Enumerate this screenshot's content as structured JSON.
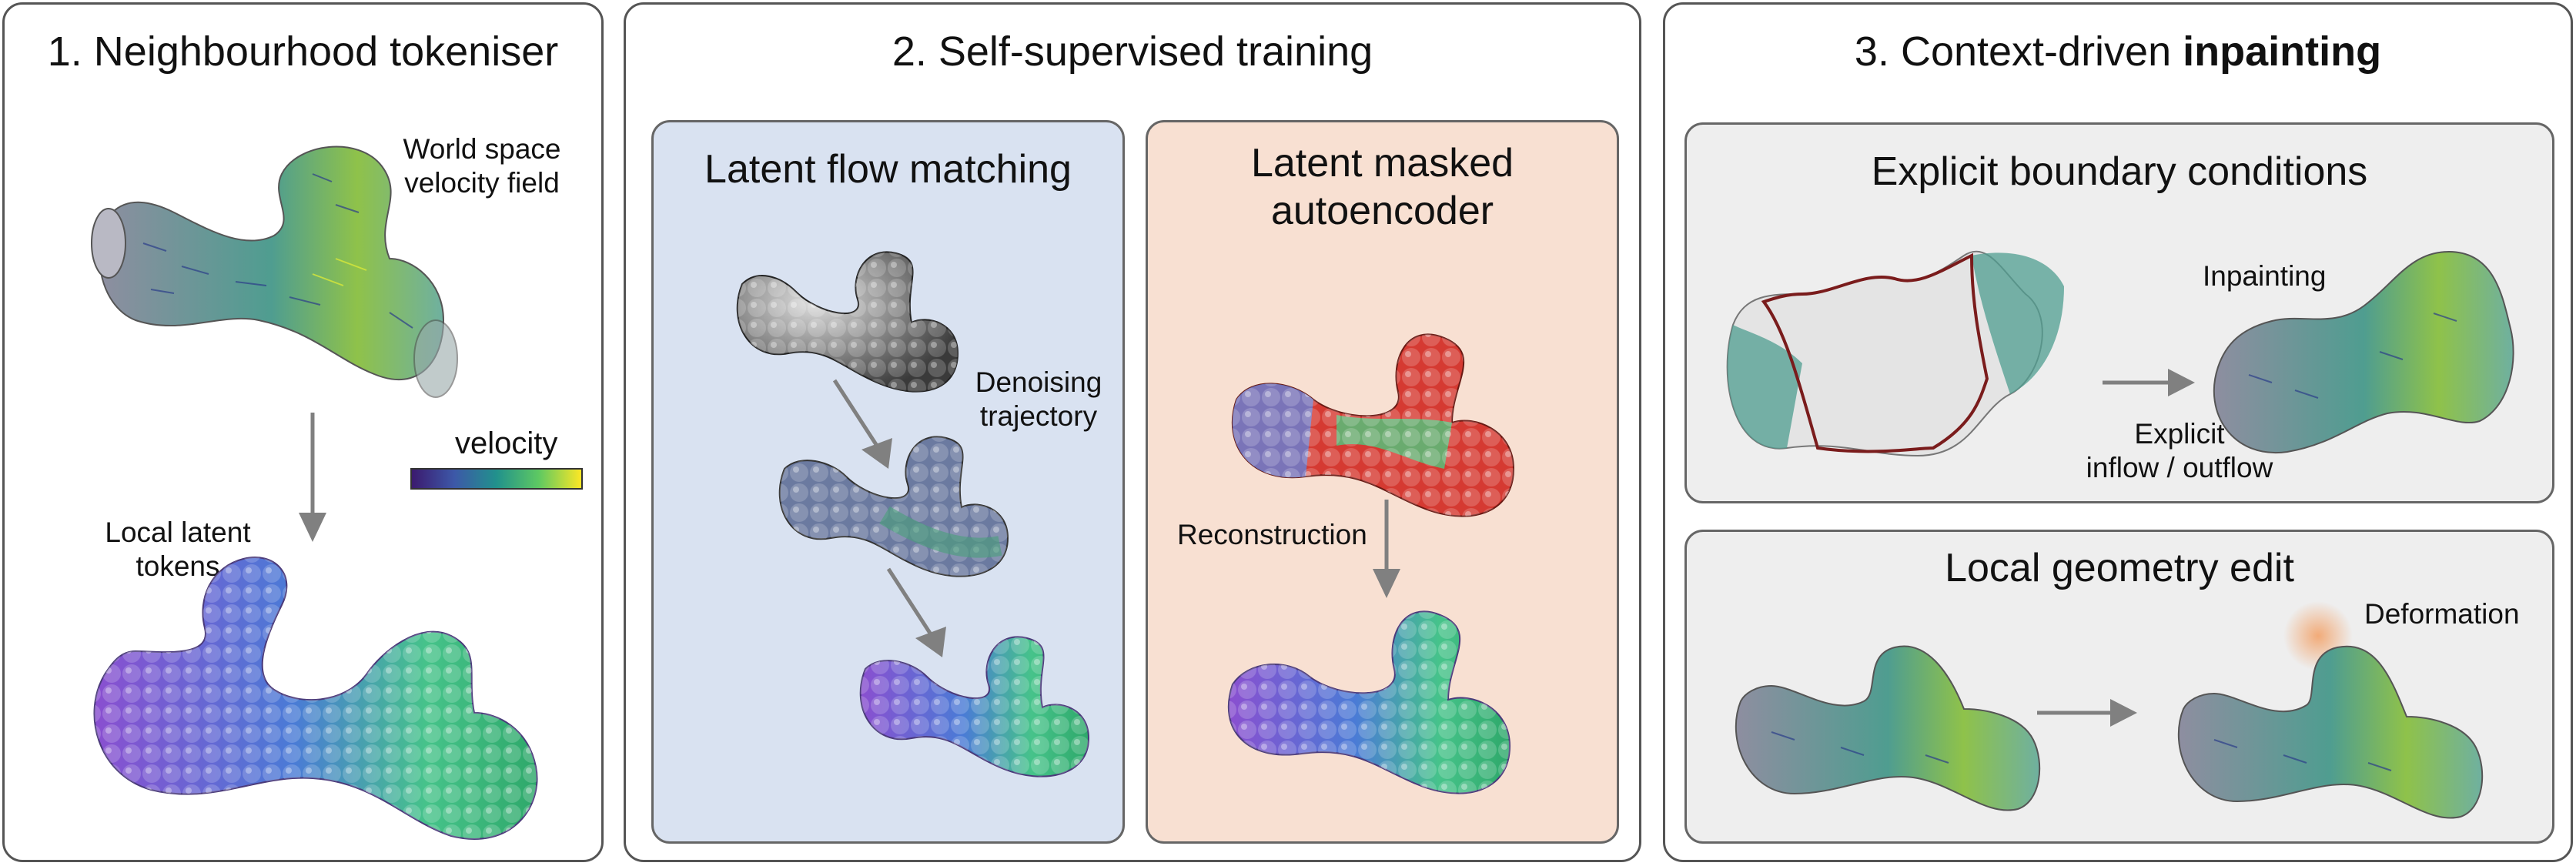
{
  "panels": {
    "tokeniser": {
      "title": "1. Neighbourhood tokeniser",
      "world_label_line1": "World space",
      "world_label_line2": "velocity field",
      "velocity_label": "velocity",
      "tokens_label_line1": "Local latent",
      "tokens_label_line2": "tokens"
    },
    "training": {
      "title": "2. Self-supervised training",
      "flow": {
        "title": "Latent flow matching",
        "denoise_line1": "Denoising",
        "denoise_line2": "trajectory"
      },
      "mae": {
        "title_line1": "Latent masked",
        "title_line2": "autoencoder",
        "reconstruction": "Reconstruction"
      }
    },
    "inpainting": {
      "title_prefix": "3. Context-driven ",
      "title_bold": "inpainting",
      "boundary": {
        "title": "Explicit boundary conditions",
        "inpainting_label": "Inpainting",
        "explicit_line1": "Explicit",
        "explicit_line2": "inflow / outflow"
      },
      "geometry": {
        "title": "Local geometry edit",
        "deformation": "Deformation"
      }
    }
  },
  "colors": {
    "flow_bg": "#d9e2f1",
    "mae_bg": "#f8e0d2",
    "inpaint_bg": "#eeeeee",
    "arrow": "#808080",
    "boundary_outline": "#7a1c1c"
  }
}
